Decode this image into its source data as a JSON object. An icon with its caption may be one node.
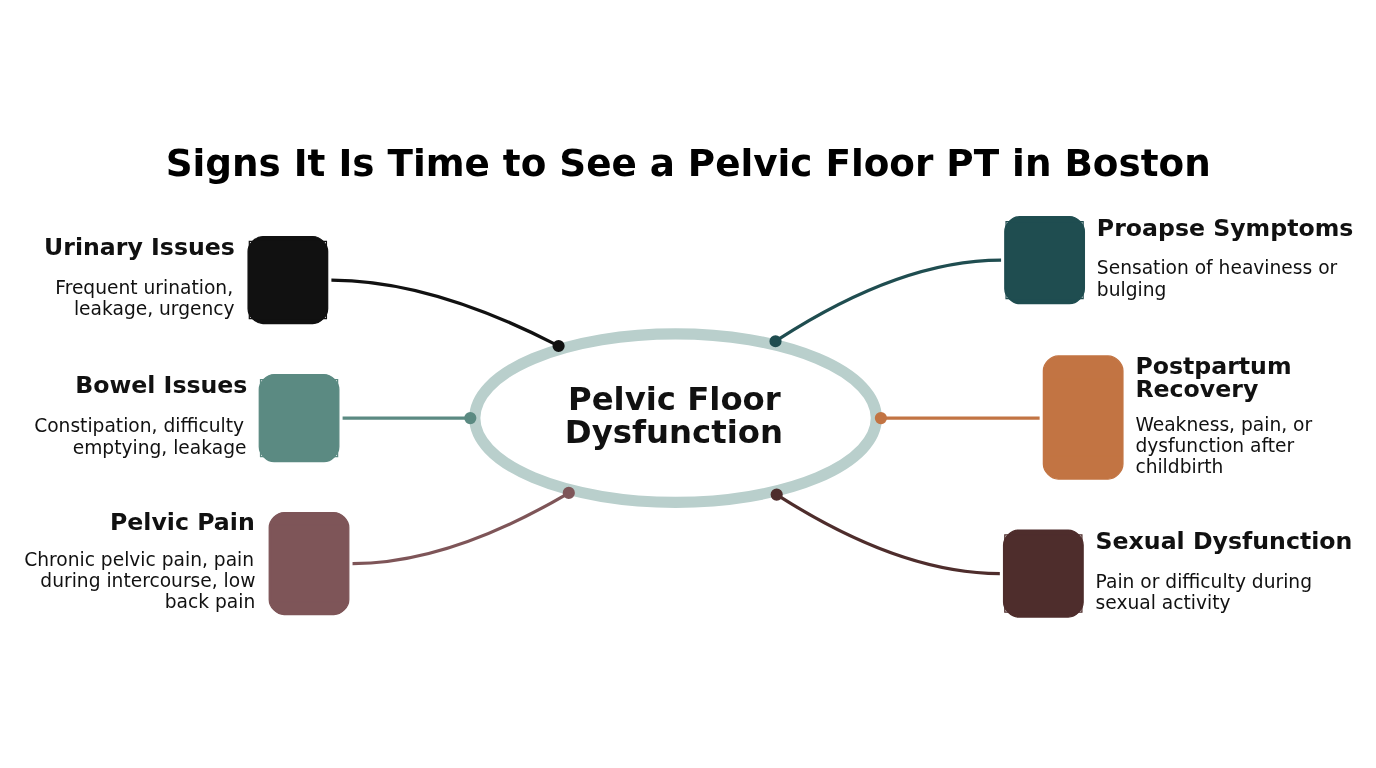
{
  "diagram": {
    "title": "Signs It Is Time to See a Pelvic Floor PT in Boston",
    "nodes": [
      {
        "text": [
          "Urinary Issues",
          "Frequent urination, leakage, urgency"
        ]
      },
      {
        "text": [
          "Proapse Symptoms",
          "Sensation of heaviness or bulging"
        ]
      },
      {
        "text": [
          "Bowel Issues",
          "Constipation, difficulty emptying, leakage"
        ]
      },
      {
        "text": [
          "Pelvic Floor Dysfunction"
        ]
      },
      {
        "text": [
          "Postpartum Recovery",
          "Weakness, pain, or dysfunction after childbirth"
        ]
      },
      {
        "text": [
          "Pelvic Pain",
          "Chronic pelvic pain, pain during intercourse, low back pain"
        ]
      },
      {
        "text": [
          "Sexual Dysfunction",
          "Pain or difficulty during sexual activity"
        ]
      }
    ],
    "edges": [
      {
        "from": 0,
        "to": 3,
        "arrow": "other",
        "color": "#111111"
      },
      {
        "from": 3,
        "to": 1,
        "arrow": "other",
        "color": "#1f4d50"
      },
      {
        "from": 2,
        "to": 3,
        "arrow": "other",
        "color": "#5b8a82"
      },
      {
        "from": 3,
        "to": 4,
        "arrow": "other",
        "color": "#c27443"
      },
      {
        "from": 5,
        "to": 3,
        "arrow": "other",
        "color": "#7e5558"
      },
      {
        "from": 3,
        "to": 6,
        "arrow": "other",
        "color": "#4e2d2c"
      }
    ]
  }
}
